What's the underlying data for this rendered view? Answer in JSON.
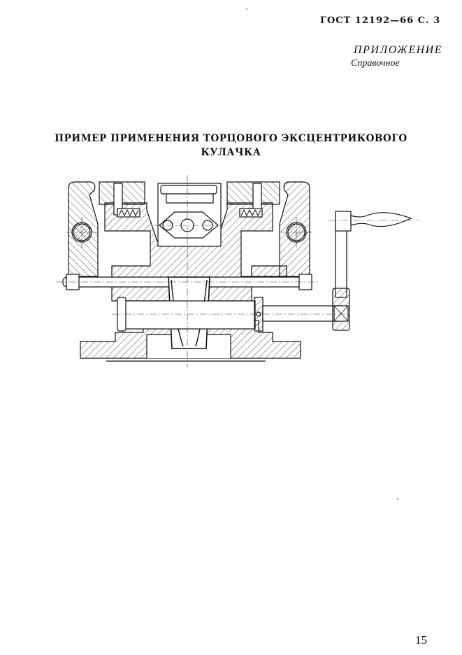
{
  "header": {
    "standard_code": "ГОСТ 12192—66 С. 3",
    "appendix_label": "ПРИЛОЖЕНИЕ",
    "appendix_type": "Справочное"
  },
  "figure": {
    "title_line1": "ПРИМЕР ПРИМЕНЕНИЯ ТОРЦОВОГО ЭКСЦЕНТРИКОВОГО",
    "title_line2": "КУЛАЧКА",
    "description": "Sectional engineering drawing of a vise fixture with face eccentric cam, springs, clamping jaws, central eccentric cam bushing, tie rod with nuts, and crank handle"
  },
  "footer": {
    "page_number": "15"
  }
}
